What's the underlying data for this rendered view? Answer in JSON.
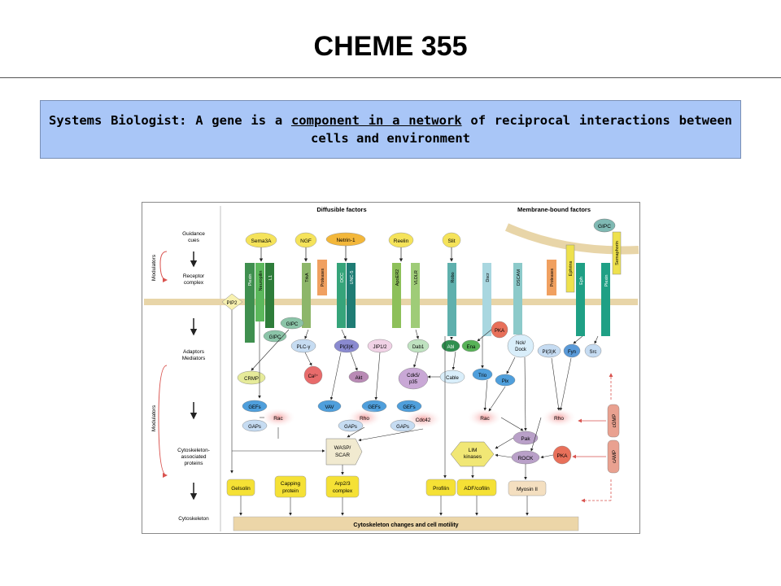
{
  "slide": {
    "title": "CHEME 355",
    "quote_prefix": "Systems Biologist: A gene is a ",
    "quote_underlined": "component in a network",
    "quote_suffix": " of reciprocal interactions between cells and environment"
  },
  "diagram": {
    "headers": {
      "diffusible": "Diffusible factors",
      "membrane": "Membrane-bound factors"
    },
    "left_labels": {
      "guidance": [
        "Guidance",
        "cues"
      ],
      "receptor": [
        "Receptor",
        "complex"
      ],
      "adaptors": [
        "Adaptors",
        "Mediators"
      ],
      "cytoprot": [
        "Cytoskeleton-",
        "associated",
        "proteins"
      ],
      "cytoskeleton": "Cytoskeleton",
      "modulators": "Modulators"
    },
    "ligands": {
      "sema3a": "Sema3A",
      "ngf": "NGF",
      "netrin": "Netrin-1",
      "reelin": "Reelin",
      "slit": "Slit",
      "gipc_top": "GIPC",
      "ephrins": "Ephrins",
      "semaphorin": "Semaphorin"
    },
    "receptors": {
      "plexin": "Plexin",
      "neuropilin": "Neuropilin",
      "l1": "L1",
      "trka": "TrkA",
      "proteases1": "Proteases",
      "dcc": "DCC",
      "unc5": "UNC-5",
      "apoer2": "ApoER2",
      "vldlr": "VLDLR",
      "robo": "Robo",
      "dscr": "Dscr",
      "dscam": "DSCAM",
      "proteases2": "Proteases",
      "eph": "Eph",
      "plexin2": "Plexin"
    },
    "nodes": {
      "pip2": "PIP2",
      "gipc1": "GIPC",
      "gipc2": "GIPC",
      "plcg": "PLC-γ",
      "pi3k": "PI(3)K",
      "jip": "JIP1/2",
      "dab1": "Dab1",
      "abl": "Abl",
      "ena": "Ena",
      "pka1": "PKA",
      "nck": "Nck/",
      "dock": "Dock",
      "pi3k2": "PI(3)K",
      "fyn": "Fyn",
      "src": "Src",
      "crmp": "CRMP",
      "ca": "Ca²⁺",
      "akt": "Akt",
      "cdk5": "Cdk5/",
      "p35": "p35",
      "cable": "Cable",
      "trio": "Trio",
      "pix": "Pix",
      "gefs1": "GEFs",
      "gefs2": "GEFs",
      "gefs3": "GEFs",
      "vav": "VAV",
      "rac1": "Rac",
      "rho1": "Rho",
      "cdc42": "Cdc42",
      "rac2": "Rac",
      "rho2": "Rho",
      "gaps1": "GAPs",
      "gaps2": "GAPs",
      "gaps3": "GAPs",
      "wasp": "WASP/",
      "scar": "SCAR",
      "lim1": "LIM",
      "lim2": "kinases",
      "pak": "Pak",
      "rock": "ROCK",
      "pka2": "PKA",
      "cgmp": "cGMP",
      "camp": "cAMP",
      "gelsolin": "Gelsolin",
      "capping1": "Capping",
      "capping2": "protein",
      "arp1": "Arp2/3",
      "arp2": "complex",
      "profilin": "Profilin",
      "adf": "ADF/cofilin",
      "myosin": "Myosin II"
    },
    "bottom_bar": "Cytoskeleton changes and cell motility"
  }
}
